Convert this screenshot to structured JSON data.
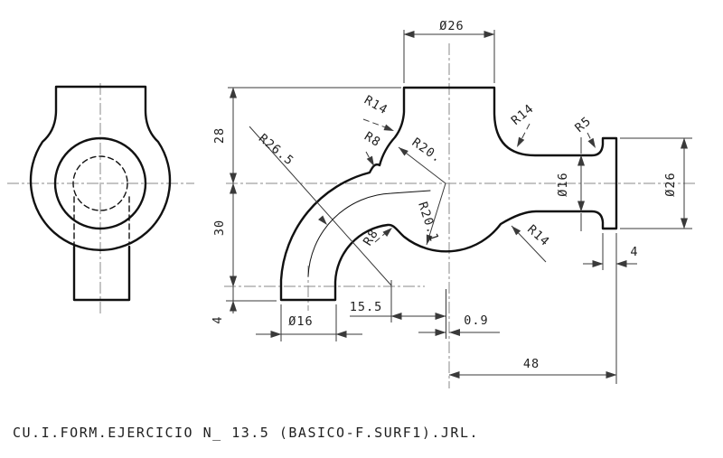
{
  "title": "CU.I.FORM.EJERCICIO N_ 13.5 (BASICO-F.SURF1).JRL.",
  "dims": {
    "d26_top": "Ø26",
    "d28": "28",
    "d30": "30",
    "d4_left": "4",
    "d16_outlet": "Ø16",
    "d15_5": "15.5",
    "d0_9": "0.9",
    "d48": "48",
    "d4_flange": "4",
    "d16_spout": "Ø16",
    "d26_flange": "Ø26"
  },
  "radii": {
    "r14_top_left": "R14",
    "r8_top_left": "R8",
    "r26_5": "R26.5",
    "r20": "R20.",
    "r20_1": "R20.1",
    "r14_top_right": "R14",
    "r5": "R5",
    "r14_bottom_right": "R14",
    "r8_bottom_left": "R8"
  },
  "colors": {
    "outline": "#111111",
    "dimension": "#3a3a3a",
    "centerline": "#8a8a8a",
    "background": "#ffffff"
  }
}
